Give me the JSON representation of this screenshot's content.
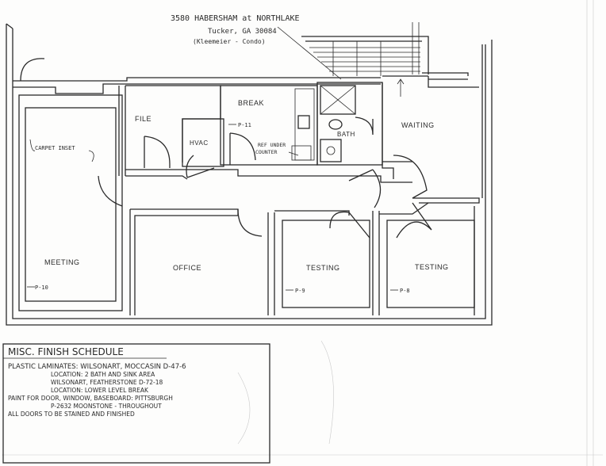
{
  "address": {
    "line1": "3580 HABERSHAM at NORTHLAKE",
    "line2": "Tucker, GA 30084",
    "line3": "(Kleemeier - Condo)"
  },
  "rooms": {
    "file": "FILE",
    "break": "BREAK",
    "hvac": "HVAC",
    "bath": "BATH",
    "waiting": "WAITING",
    "meeting": "MEETING",
    "office": "OFFICE",
    "testing_1": "TESTING",
    "testing_2": "TESTING"
  },
  "notes": {
    "carpet": "CARPET INSET",
    "ref": "REF UNDER",
    "ref2": "COUNTER",
    "p11": "P-11",
    "p10": "P-10",
    "p9": "P-9",
    "p8": "P-8"
  },
  "schedule": {
    "title": "MISC. FINISH SCHEDULE",
    "lines": [
      "PLASTIC LAMINATES: WILSONART, MOCCASIN D-47-6",
      "LOCATION: 2 BATH AND SINK AREA",
      "WILSONART, FEATHERSTONE D-72-18",
      "LOCATION: LOWER LEVEL BREAK",
      "PAINT FOR DOOR, WINDOW, BASEBOARD: PITTSBURGH",
      "P-2632 MOONSTONE - THROUGHOUT",
      "ALL DOORS TO BE STAINED AND FINISHED"
    ]
  }
}
